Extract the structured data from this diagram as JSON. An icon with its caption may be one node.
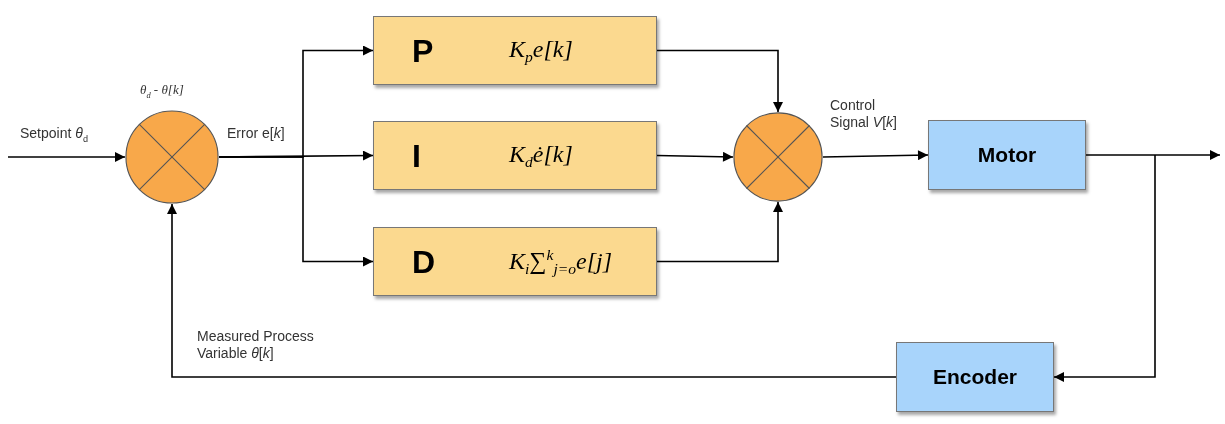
{
  "diagram": {
    "nodes": [
      {
        "text": [],
        "shape": "circle",
        "beside": [
          "θ$_{d}$ - θ[k]"
        ]
      },
      {
        "text": [
          "P",
          "K$_{p}$e[k]"
        ]
      },
      {
        "text": [
          "I",
          "K$_{d}$ė[k]"
        ]
      },
      {
        "text": [
          "D",
          "K$_{i}$∑$^{k}$$_{j=o}$e[j]"
        ]
      },
      {
        "text": [],
        "shape": "circle"
      },
      {
        "text": [
          "Motor"
        ]
      },
      {
        "text": [
          "Encoder"
        ]
      }
    ],
    "edges": [
      {
        "from": null,
        "to": 0,
        "arrow": "to",
        "label": "Setpoint *θ*$_{d}$"
      },
      {
        "from": 0,
        "to": 1,
        "arrow": "to"
      },
      {
        "from": 0,
        "to": 2,
        "arrow": "to",
        "label": "Error e[*k*]"
      },
      {
        "from": 0,
        "to": 3,
        "arrow": "to"
      },
      {
        "from": 1,
        "to": 4,
        "arrow": "to"
      },
      {
        "from": 2,
        "to": 4,
        "arrow": "to"
      },
      {
        "from": 3,
        "to": 4,
        "arrow": "to"
      },
      {
        "from": 4,
        "to": 5,
        "arrow": "to",
        "label": "Control Signal *V*[*k*]"
      },
      {
        "from": 5,
        "to": null,
        "arrow": "to"
      },
      {
        "from": 5,
        "to": 6,
        "arrow": "to"
      },
      {
        "from": 6,
        "to": 0,
        "arrow": "to",
        "label": "Measured Process Variable *θ*[*k*]"
      }
    ]
  }
}
